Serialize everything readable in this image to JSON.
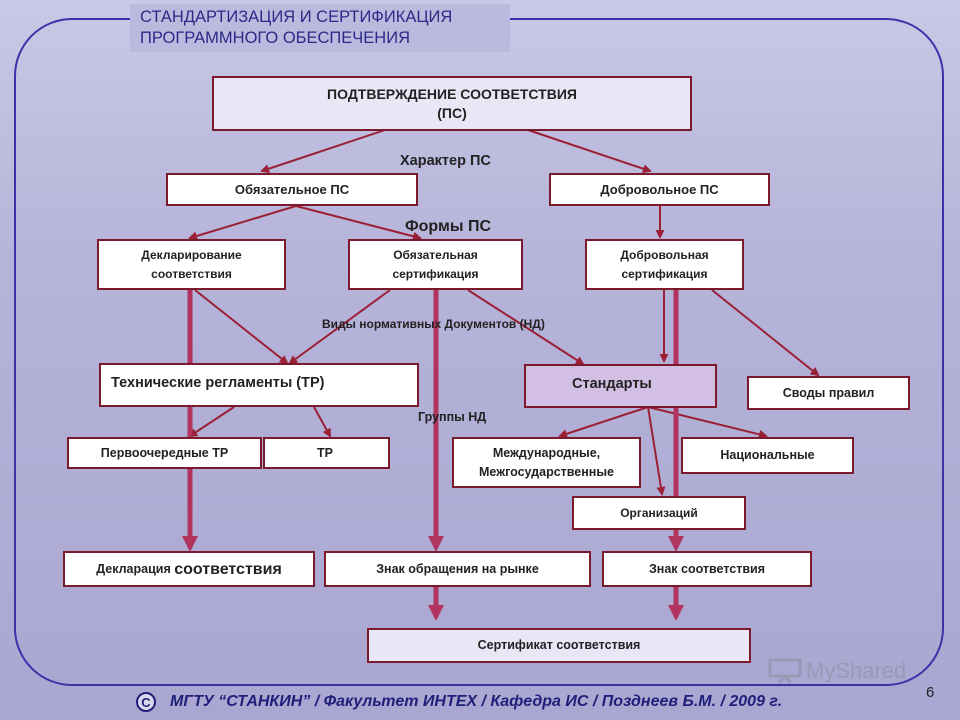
{
  "header": {
    "line1": "СТАНДАРТИЗАЦИЯ И СЕРТИФИКАЦИЯ",
    "line2": "ПРОГРАММНОГО ОБЕСПЕЧЕНИЯ"
  },
  "boxes": {
    "root_line1": "ПОДТВЕРЖДЕНИЕ СООТВЕТСТВИЯ",
    "root_line2": "(ПС)",
    "mandatory": "Обязательное ПС",
    "voluntary": "Добровольное ПС",
    "declaring": "Декларирование соответствия",
    "mandatory_cert": "Обязательная сертификация",
    "voluntary_cert": "Добровольная сертификация",
    "tech_regs": "Технические регламенты (ТР)",
    "standards": "Стандарты",
    "codes": "Своды правил",
    "priority_tr": "Первоочередные ТР",
    "tr": "ТР",
    "international_line1": "Международные,",
    "international_line2": "Межгосударственные",
    "national": "Национальные",
    "organizations": "Организаций",
    "declaration_prefix": "Декларация ",
    "declaration_suffix": "соответствия",
    "market_mark": "Знак обращения на рынке",
    "conformity_mark": "Знак соответствия",
    "certificate": "Сертификат соответствия"
  },
  "labels": {
    "character": "Характер ПС",
    "forms": "Формы ПС",
    "doc_types": "Виды нормативных Документов (НД)",
    "nd_groups": "Группы НД"
  },
  "footer": {
    "badge": "С",
    "text": "МГТУ “СТАНКИН” / Факультет ИНТЕХ / Кафедра ИС / Позднеев Б.М. / 2009 г."
  },
  "page_number": "6",
  "watermark": "MyShared",
  "colors": {
    "border": "#7a1a2c",
    "arrow": "#9b2035",
    "thick_arrow": "#b0345e",
    "frame": "#3a33a8"
  }
}
